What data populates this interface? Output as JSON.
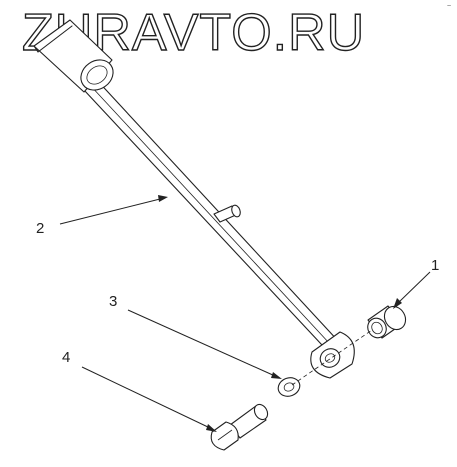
{
  "watermark": "ZURAVTO.RU",
  "corner_mark": "~",
  "callouts": {
    "c1": "1",
    "c2": "2",
    "c3": "3",
    "c4": "4"
  }
}
